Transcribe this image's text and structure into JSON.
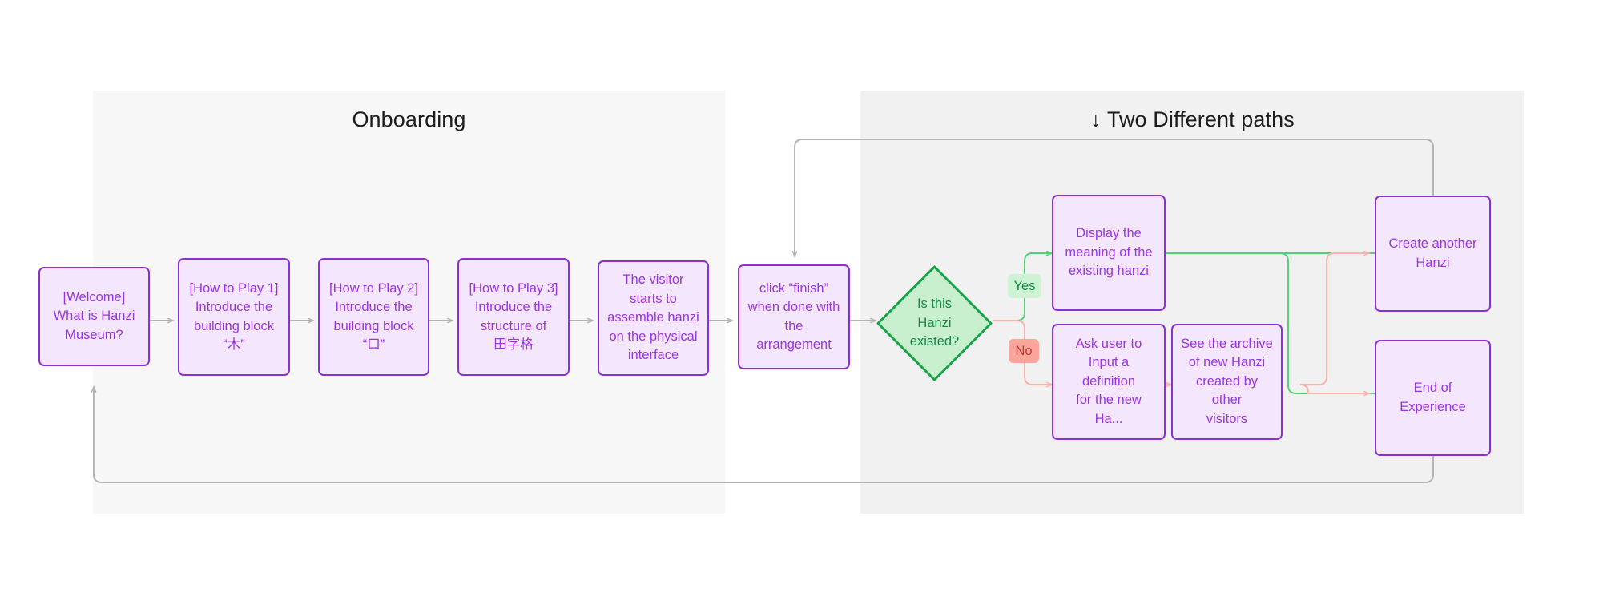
{
  "diagram": {
    "title": "Hanzi Museum experience flow",
    "type": "flowchart",
    "colors": {
      "node_fill": "#f4e6fd",
      "node_border": "#8b2fd6",
      "node_text": "#9b35e0",
      "decision_fill": "#c9f0ce",
      "decision_border": "#17a34a",
      "decision_text": "#128a42",
      "lane_onboarding_bg": "#f7f7f7",
      "lane_paths_bg": "#f1f1f1",
      "edge_default": "#b3b3b3",
      "edge_yes": "#55cf76",
      "edge_no": "#f9b3ab",
      "badge_yes_bg": "#cdf3d4",
      "badge_no_bg": "#f9a59c",
      "canvas_bg": "#ffffff"
    },
    "lanes": [
      {
        "id": "onboarding",
        "title": "Onboarding"
      },
      {
        "id": "two-paths",
        "title": "↓ Two Different paths"
      }
    ],
    "nodes": [
      {
        "id": "welcome",
        "shape": "rect",
        "text": "[Welcome]\nWhat is Hanzi\nMuseum?"
      },
      {
        "id": "how-to-play-1",
        "shape": "rect",
        "text": "[How to Play 1]\nIntroduce the\nbuilding block\n“木”"
      },
      {
        "id": "how-to-play-2",
        "shape": "rect",
        "text": "[How to Play 2]\nIntroduce the\nbuilding block\n“口”"
      },
      {
        "id": "how-to-play-3",
        "shape": "rect",
        "text": "[How to Play 3]\nIntroduce the\nstructure of\n田字格"
      },
      {
        "id": "assemble",
        "shape": "rect",
        "text": "The visitor\nstarts to\nassemble hanzi\non the physical\ninterface"
      },
      {
        "id": "click-finish",
        "shape": "rect",
        "text": "click “finish”\nwhen done with\nthe arrangement"
      },
      {
        "id": "hanzi-existed",
        "shape": "diamond",
        "text": "Is this\nHanzi\nexisted?"
      },
      {
        "id": "display-meaning",
        "shape": "rect",
        "text": "Display the\nmeaning of the\nexisting hanzi"
      },
      {
        "id": "ask-definition",
        "shape": "rect",
        "text": "Ask user to\nInput a definition\nfor the new Ha..."
      },
      {
        "id": "see-archive",
        "shape": "rect",
        "text": "See the archive\nof new Hanzi\ncreated by other\nvisitors"
      },
      {
        "id": "create-another",
        "shape": "rect",
        "text": "Create another\nHanzi"
      },
      {
        "id": "end-experience",
        "shape": "rect",
        "text": "End of\nExperience"
      }
    ],
    "edge_labels": [
      {
        "id": "yes",
        "text": "Yes"
      },
      {
        "id": "no",
        "text": "No"
      }
    ],
    "edges": [
      {
        "from": "welcome",
        "to": "how-to-play-1",
        "label": "",
        "color": "edge_default"
      },
      {
        "from": "how-to-play-1",
        "to": "how-to-play-2",
        "label": "",
        "color": "edge_default"
      },
      {
        "from": "how-to-play-2",
        "to": "how-to-play-3",
        "label": "",
        "color": "edge_default"
      },
      {
        "from": "how-to-play-3",
        "to": "assemble",
        "label": "",
        "color": "edge_default"
      },
      {
        "from": "assemble",
        "to": "click-finish",
        "label": "",
        "color": "edge_default"
      },
      {
        "from": "click-finish",
        "to": "hanzi-existed",
        "label": "",
        "color": "edge_default"
      },
      {
        "from": "hanzi-existed",
        "to": "display-meaning",
        "label": "Yes",
        "color": "edge_yes"
      },
      {
        "from": "hanzi-existed",
        "to": "ask-definition",
        "label": "No",
        "color": "edge_no"
      },
      {
        "from": "ask-definition",
        "to": "see-archive",
        "label": "",
        "color": "edge_no"
      },
      {
        "from": "display-meaning",
        "to": "create-another",
        "label": "",
        "color": "edge_yes"
      },
      {
        "from": "display-meaning",
        "to": "end-experience",
        "label": "",
        "color": "edge_yes"
      },
      {
        "from": "see-archive",
        "to": "create-another",
        "label": "",
        "color": "edge_no"
      },
      {
        "from": "see-archive",
        "to": "end-experience",
        "label": "",
        "color": "edge_no"
      },
      {
        "from": "create-another",
        "to": "click-finish",
        "label": "",
        "color": "edge_default"
      },
      {
        "from": "end-experience",
        "to": "welcome",
        "label": "",
        "color": "edge_default"
      }
    ]
  }
}
